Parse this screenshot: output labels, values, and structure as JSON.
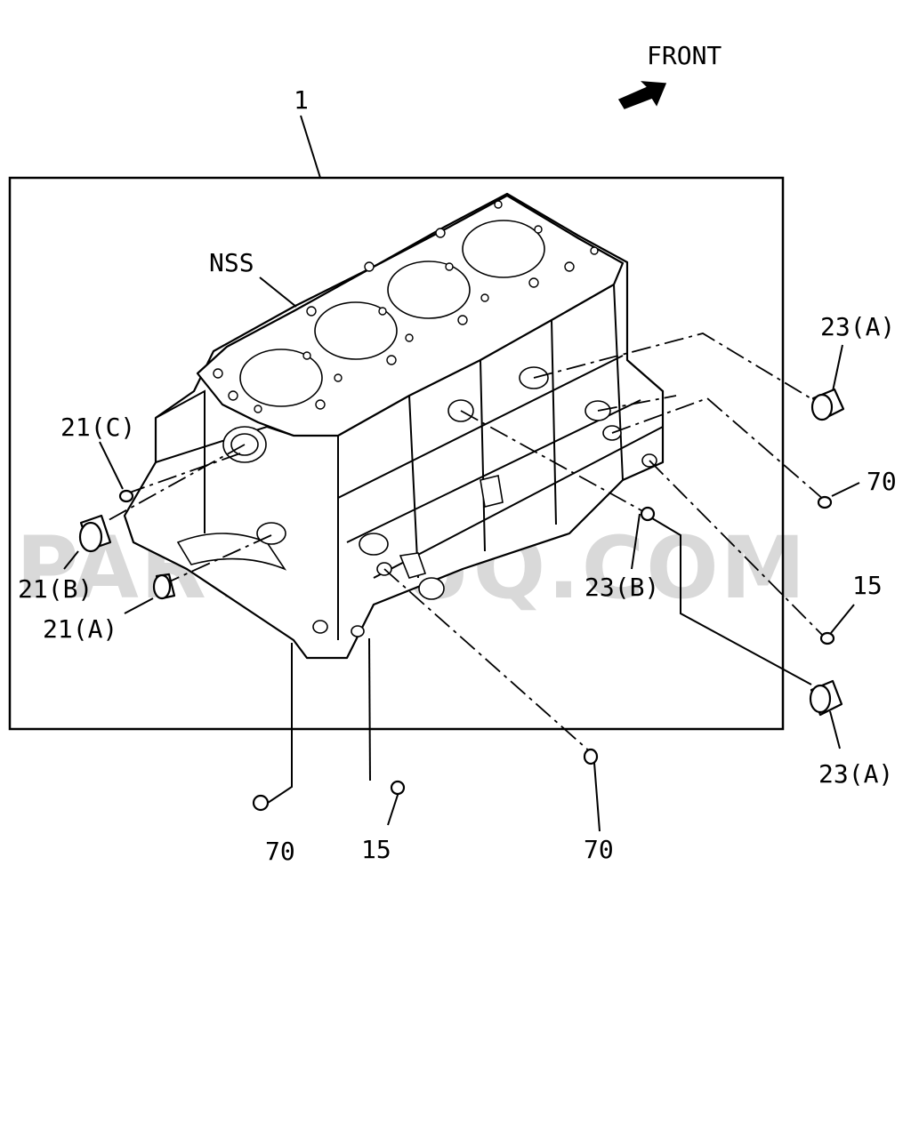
{
  "watermark": "PARTSOUQ.COM",
  "front_label": "FRONT",
  "callouts": {
    "assembly": "1",
    "nss": "NSS",
    "c21c": "21(C)",
    "c21b": "21(B)",
    "c21a": "21(A)",
    "c23a_top": "23(A)",
    "c23a_bottom": "23(A)",
    "c23b": "23(B)",
    "c70_right": "70",
    "c70_bottom_left": "70",
    "c70_bottom_mid": "70",
    "c15_right": "15",
    "c15_bottom": "15"
  }
}
